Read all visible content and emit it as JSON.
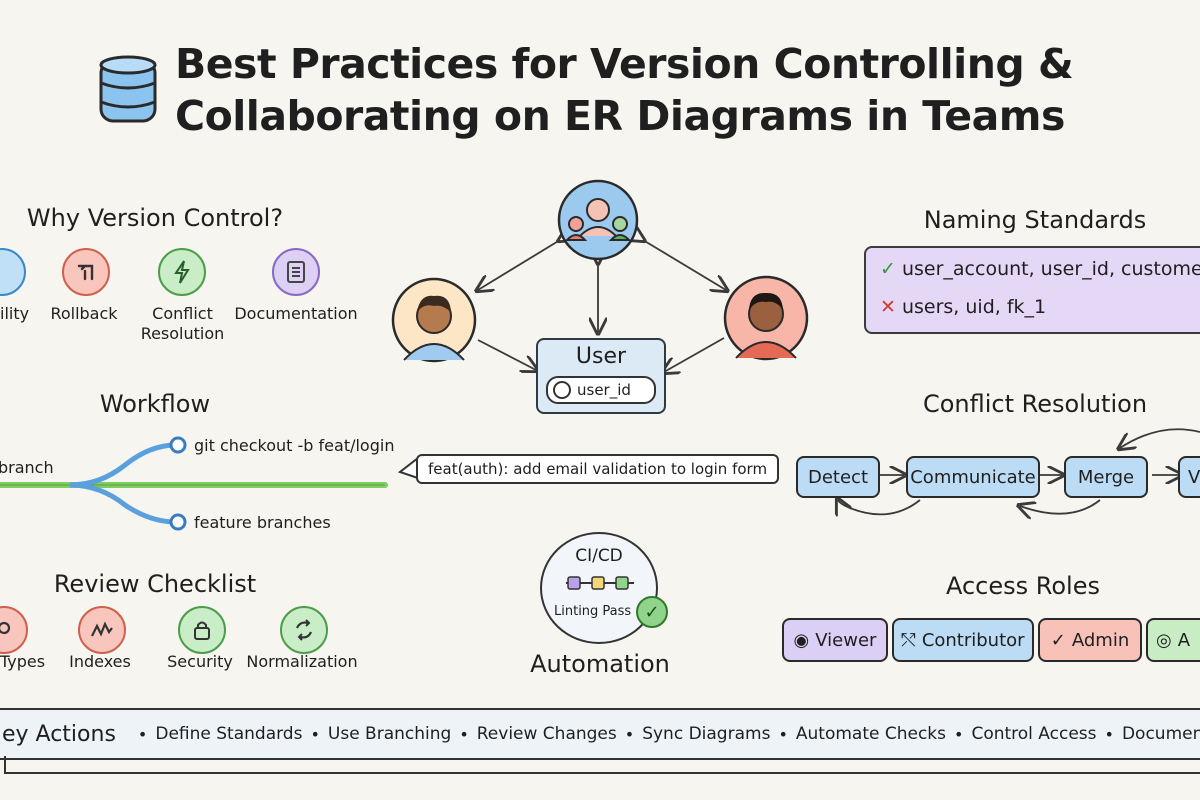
{
  "title": {
    "line1": "Best Practices for Version Controlling &",
    "line2": "Collaborating on ER Diagrams in Teams"
  },
  "why": {
    "heading": "Why Version Control?",
    "items": [
      {
        "label": "ility",
        "icon": "traceability-icon",
        "color": "#bfe0f7"
      },
      {
        "label": "Rollback",
        "icon": "rollback-icon",
        "color": "#f8c6bd"
      },
      {
        "label": "Conflict\nResolution",
        "icon": "lightning-icon",
        "color": "#c9edc6"
      },
      {
        "label": "Documentation",
        "icon": "document-icon",
        "color": "#ddd0f4"
      }
    ]
  },
  "center": {
    "entity_title": "User",
    "entity_field": "user_id"
  },
  "naming": {
    "heading": "Naming Standards",
    "good": "user_account, user_id, customer_",
    "bad": "users, uid, fk_1"
  },
  "workflow": {
    "heading": "Workflow",
    "main_branch": "branch",
    "checkout": "git checkout -b feat/login",
    "feature": "feature branches",
    "commit_msg": "feat(auth): add email validation to login form"
  },
  "conflict": {
    "heading": "Conflict Resolution",
    "steps": [
      "Detect",
      "Communicate",
      "Merge",
      "V"
    ]
  },
  "review": {
    "heading": "Review Checklist",
    "items": [
      {
        "label": "Types",
        "icon": "key-icon",
        "color": "#f8c6bd"
      },
      {
        "label": "Indexes",
        "icon": "chart-icon",
        "color": "#f8c6bd"
      },
      {
        "label": "Security",
        "icon": "lock-icon",
        "color": "#c9edc6"
      },
      {
        "label": "Normalization",
        "icon": "refresh-icon",
        "color": "#c9edc6"
      }
    ]
  },
  "automation": {
    "ci": "CI/CD",
    "lint": "Linting Pass",
    "heading": "Automation"
  },
  "roles": {
    "heading": "Access Roles",
    "items": [
      {
        "label": "Viewer",
        "icon": "eye-icon",
        "color": "#dccff6"
      },
      {
        "label": "Contributor",
        "icon": "branch-icon",
        "color": "#bcdcf5"
      },
      {
        "label": "Admin",
        "icon": "check-icon",
        "color": "#f8c2b8"
      },
      {
        "label": "A",
        "icon": "target-icon",
        "color": "#c8ecc4"
      }
    ]
  },
  "actions": {
    "heading": "ey Actions",
    "items": [
      "Define Standards",
      "Use Branching",
      "Review Changes",
      "Sync Diagrams",
      "Automate Checks",
      "Control Access",
      "Document Decisio"
    ]
  }
}
